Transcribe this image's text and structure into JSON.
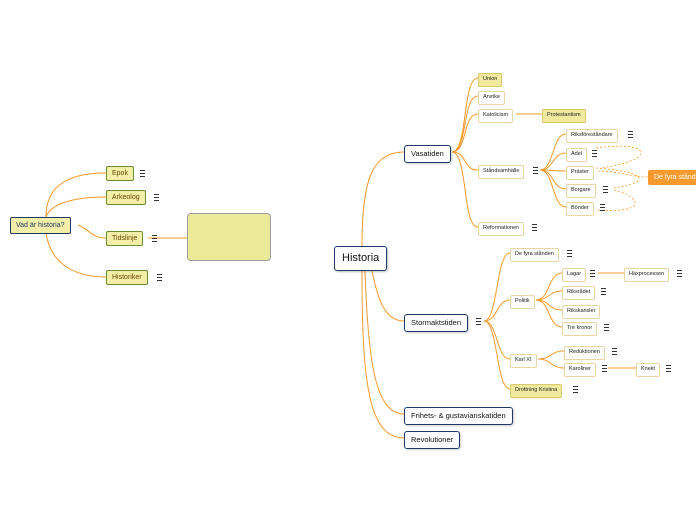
{
  "root": "Historia",
  "left": {
    "root": "Vad är historia?",
    "items": [
      "Epok",
      "Arkeolog",
      "Tidslinje",
      "Historiker"
    ]
  },
  "vasatiden": {
    "label": "Vasatiden",
    "children": [
      "Union",
      "Arvrike",
      "Katolicism",
      "Protestantism",
      "Ståndsamhälle",
      "Reformationen"
    ],
    "stand": [
      "Riksföreståndare",
      "Adel",
      "Präster",
      "Borgare",
      "Bönder"
    ],
    "callout": "De fyra stånd"
  },
  "stormakt": {
    "label": "Stormaktstiden",
    "children": [
      "De fyra stånden",
      "Politik",
      "Karl XI",
      "Drottning Kristina"
    ],
    "politik": [
      "Lagar",
      "Riksrådet",
      "Rikskansler",
      "Tre kronor"
    ],
    "lagar_child": "Häxprocessen",
    "karl": [
      "Reduktionen",
      "Karoliner"
    ],
    "karoliner_child": "Knekt"
  },
  "frihet": "Frihets- & gustavianskatiden",
  "revolution": "Revolutioner"
}
